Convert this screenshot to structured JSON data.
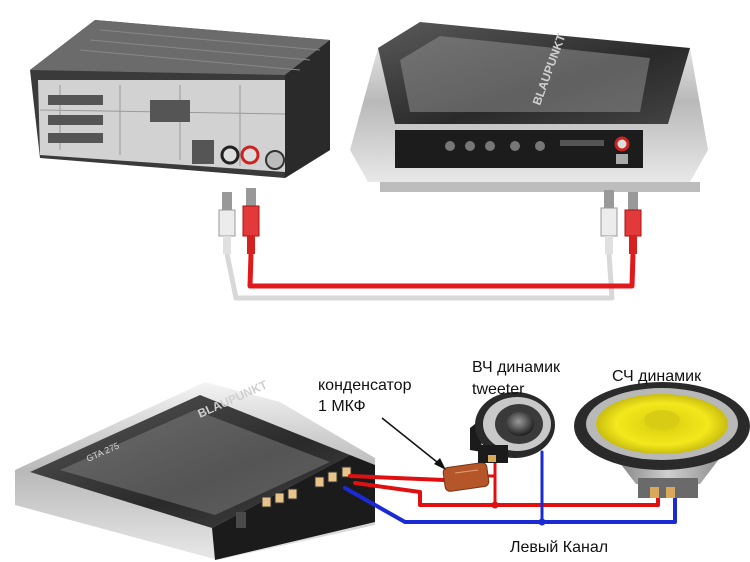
{
  "labels": {
    "capacitor": "конденсатор",
    "capacitor_value": "1 МКФ",
    "tweeter_ru": "ВЧ динамик",
    "tweeter_en": "tweeter",
    "midrange": "СЧ динамик",
    "left_channel": "Левый Канал"
  },
  "brand": {
    "amp_logo": "BLAUPUNKT",
    "amp_model": "GTA 275"
  },
  "colors": {
    "rca_white": "#d8d8d8",
    "rca_red": "#e0191b",
    "speaker_wire_red": "#e01010",
    "speaker_wire_blue": "#1a2bd6",
    "capacitor": "#b5562a",
    "speaker_cone": "#f1e51a"
  }
}
